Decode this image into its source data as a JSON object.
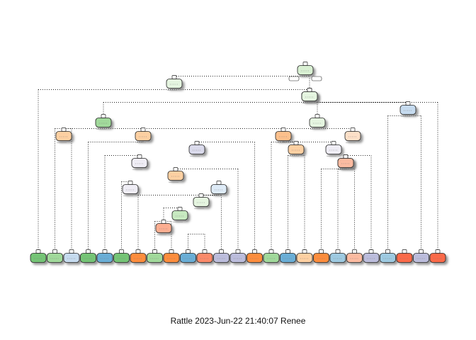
{
  "caption": "Rattle 2023-Jun-22 21:40:07 Renee",
  "tree": {
    "leaves": [
      {
        "id": "L1",
        "color": "#74c476"
      },
      {
        "id": "L2",
        "color": "#a1d99b"
      },
      {
        "id": "L3",
        "color": "#c6dbef"
      },
      {
        "id": "L4",
        "color": "#74c476"
      },
      {
        "id": "L5",
        "color": "#6baed6"
      },
      {
        "id": "L6",
        "color": "#74c476"
      },
      {
        "id": "L7",
        "color": "#fd8d3c"
      },
      {
        "id": "L8",
        "color": "#a1d99b"
      },
      {
        "id": "L9",
        "color": "#fd8d3c"
      },
      {
        "id": "L10",
        "color": "#6baed6"
      },
      {
        "id": "L11",
        "color": "#fb8a6a"
      },
      {
        "id": "L12",
        "color": "#bcbddc"
      },
      {
        "id": "L13",
        "color": "#bcbddc"
      },
      {
        "id": "L14",
        "color": "#fd8d3c"
      },
      {
        "id": "L15",
        "color": "#a1d99b"
      },
      {
        "id": "L16",
        "color": "#6baed6"
      },
      {
        "id": "L17",
        "color": "#fdd0a2"
      },
      {
        "id": "L18",
        "color": "#fd8d3c"
      },
      {
        "id": "L19",
        "color": "#9ecae1"
      },
      {
        "id": "L20",
        "color": "#fcbba1"
      },
      {
        "id": "L21",
        "color": "#bcbddc"
      },
      {
        "id": "L22",
        "color": "#9ecae1"
      },
      {
        "id": "L23",
        "color": "#fb6a4a"
      },
      {
        "id": "L24",
        "color": "#bcbddc"
      },
      {
        "id": "L25",
        "color": "#fb6a4a"
      }
    ],
    "nodes": [
      {
        "id": "root",
        "color": "#d9f0d3",
        "children": [
          "n1",
          "n2"
        ]
      },
      {
        "id": "n1",
        "color": "#e5f5e0",
        "children": [
          "L1",
          "n3"
        ]
      },
      {
        "id": "n2",
        "color": "#e5f5e0",
        "children": [
          "n4",
          "n5"
        ]
      },
      {
        "id": "n3",
        "color": "#e5f5e0",
        "children": [
          "n6",
          "L25"
        ]
      },
      {
        "id": "n4",
        "color": "#e5f5e0",
        "children": [
          "n7",
          "n8"
        ]
      },
      {
        "id": "n5",
        "color": "#c6dbef",
        "children": [
          "L22",
          "L24"
        ]
      },
      {
        "id": "n6",
        "color": "#a1d99b",
        "children": [
          "L2",
          "L3"
        ]
      },
      {
        "id": "n7",
        "color": "#fdd0a2",
        "children": [
          "L4",
          "n9"
        ]
      },
      {
        "id": "n8",
        "color": "#fde0c8",
        "children": [
          "n10",
          "n11"
        ]
      },
      {
        "id": "n9",
        "color": "#fdd0a2",
        "children": [
          "n12",
          "L14"
        ]
      },
      {
        "id": "n10",
        "color": "#fdc08c",
        "children": [
          "L15",
          "n13"
        ]
      },
      {
        "id": "n11",
        "color": "#efedf5",
        "children": [
          "n14",
          "L21"
        ]
      },
      {
        "id": "n12",
        "color": "#dadaeb",
        "children": [
          "L5",
          "n15"
        ]
      },
      {
        "id": "n13",
        "color": "#fdd0a2",
        "children": [
          "L16",
          "L17"
        ]
      },
      {
        "id": "n14",
        "color": "#fde0dd",
        "children": [
          "L18",
          "n16"
        ]
      },
      {
        "id": "n15",
        "color": "#efedf5",
        "children": [
          "n17",
          "L13"
        ]
      },
      {
        "id": "n16",
        "color": "#fcbba1",
        "children": [
          "L19",
          "L20"
        ]
      },
      {
        "id": "n17",
        "color": "#fdd0a2",
        "children": [
          "L6",
          "n18"
        ]
      },
      {
        "id": "n18",
        "color": "#efedf5",
        "children": [
          "L7",
          "n19"
        ]
      },
      {
        "id": "n19",
        "color": "#deebf7",
        "children": [
          "n20",
          "L12"
        ]
      },
      {
        "id": "n20",
        "color": "#e5f5e0",
        "children": [
          "n21",
          "n22"
        ]
      },
      {
        "id": "n21",
        "color": "#c7e9c0",
        "children": [
          "L8",
          "L9"
        ]
      },
      {
        "id": "n22",
        "color": "#fcae91",
        "children": [
          "L10",
          "L11"
        ]
      }
    ]
  }
}
